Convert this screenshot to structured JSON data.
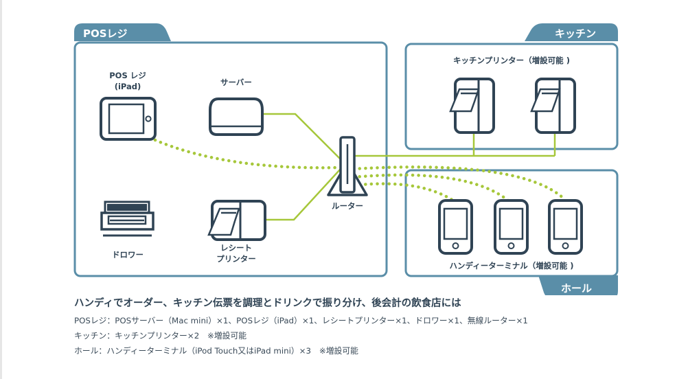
{
  "sections": {
    "pos_register": "POSレジ",
    "kitchen": "キッチン",
    "hall": "ホール"
  },
  "devices": {
    "pos_ipad_line1": "POS レジ",
    "pos_ipad_line2": "(iPad)",
    "server": "サーバー",
    "drawer": "ドロワー",
    "receipt_printer_line1": "レシート",
    "receipt_printer_line2": "プリンター",
    "router": "ルーター",
    "kitchen_printer": "キッチンプリンター（増設可能 )",
    "handy_terminal": "ハンディーターミナル（増設可能 )"
  },
  "caption": {
    "heading": "ハンディでオーダー、キッチン伝票を調理とドリンクで振り分け、後会計の飲食店には",
    "lines": [
      "POSレジ：POSサーバー（Mac mini）×1、POSレジ（iPad）×1、レシートプリンター×1、ドロワー×1、無線ルーター×1",
      "キッチン：キッチンプリンター×2　※増設可能",
      "ホール：ハンディーターミナル（iPod Touch又はiPad mini）×3　※増設可能"
    ]
  },
  "colors": {
    "frame_blue": "#5a8ea8",
    "device_navy": "#2f4354",
    "wire_green": "#a6c73a"
  }
}
